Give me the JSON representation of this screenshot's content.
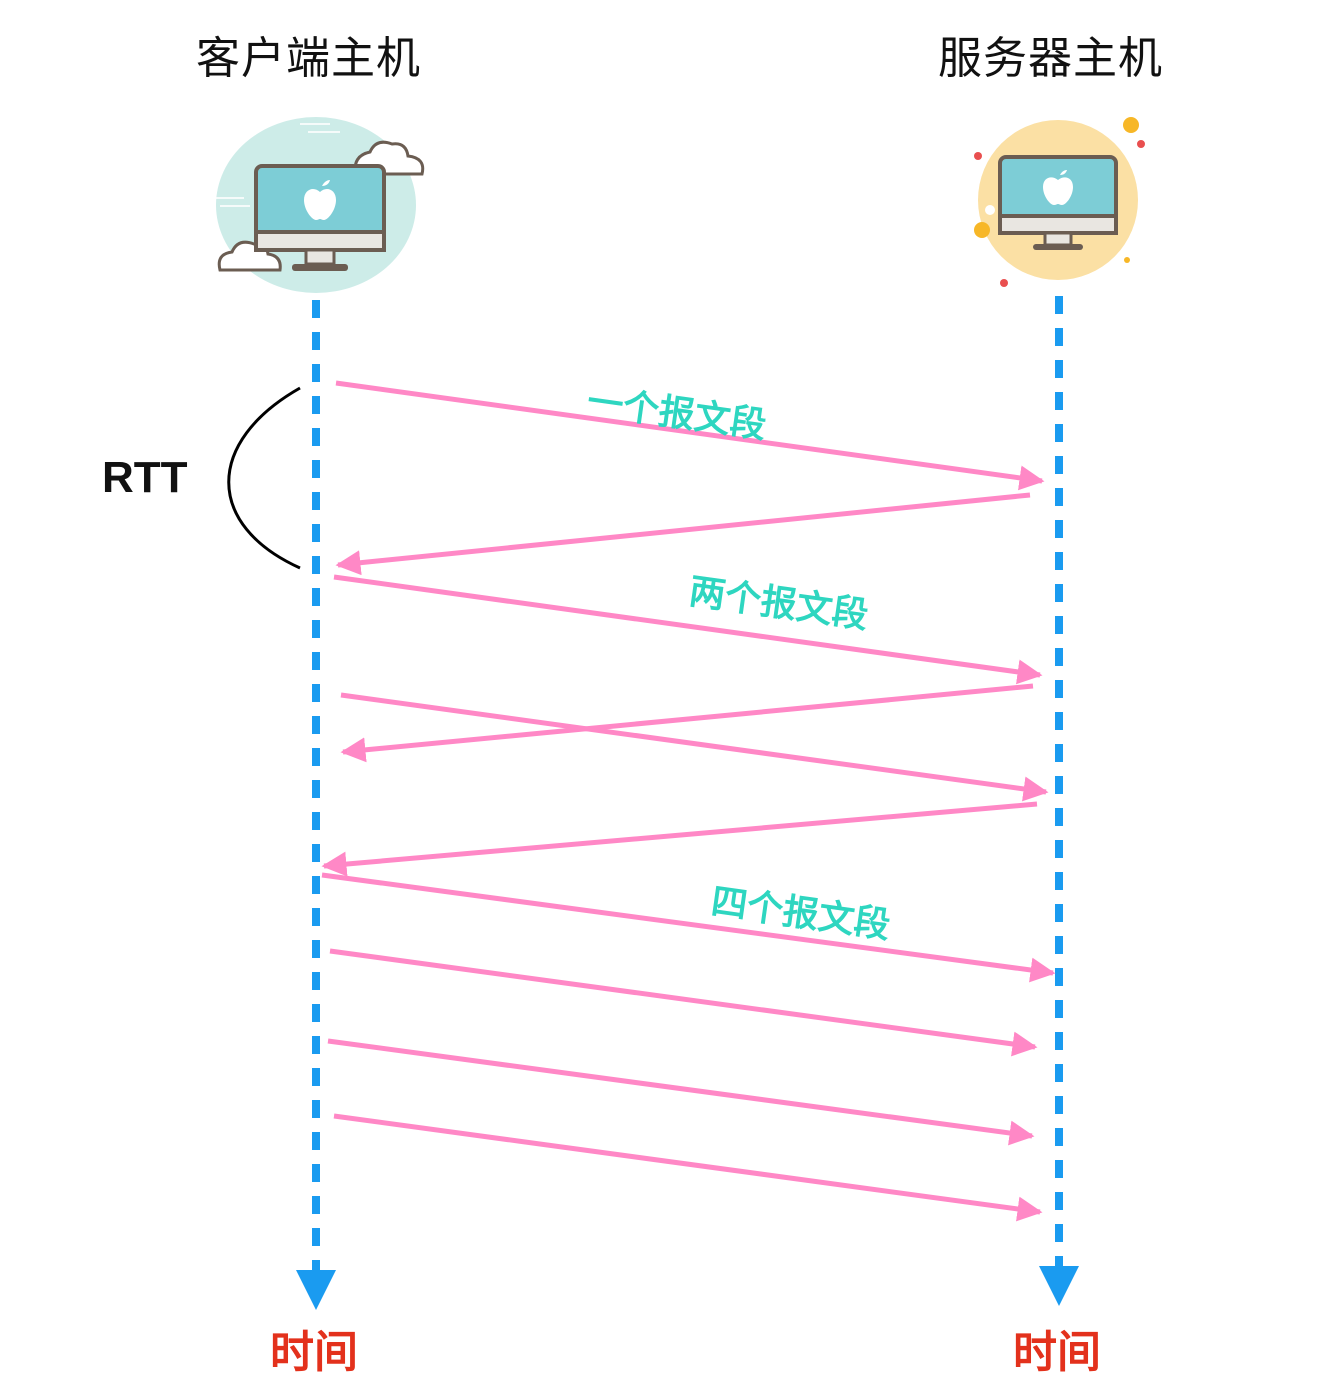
{
  "client": {
    "title": "客户端主机",
    "icon": "apple-computer-cloud-icon"
  },
  "server": {
    "title": "服务器主机",
    "icon": "apple-computer-sun-icon"
  },
  "rtt_label": "RTT",
  "segment_labels": [
    "一个报文段",
    "两个报文段",
    "四个报文段"
  ],
  "time_label": "时间",
  "colors": {
    "timeline": "#1a9bf0",
    "arrow": "#ff88c6",
    "segment_text": "#2ed6c0",
    "time_text": "#e3311c",
    "host_title": "#111111"
  }
}
